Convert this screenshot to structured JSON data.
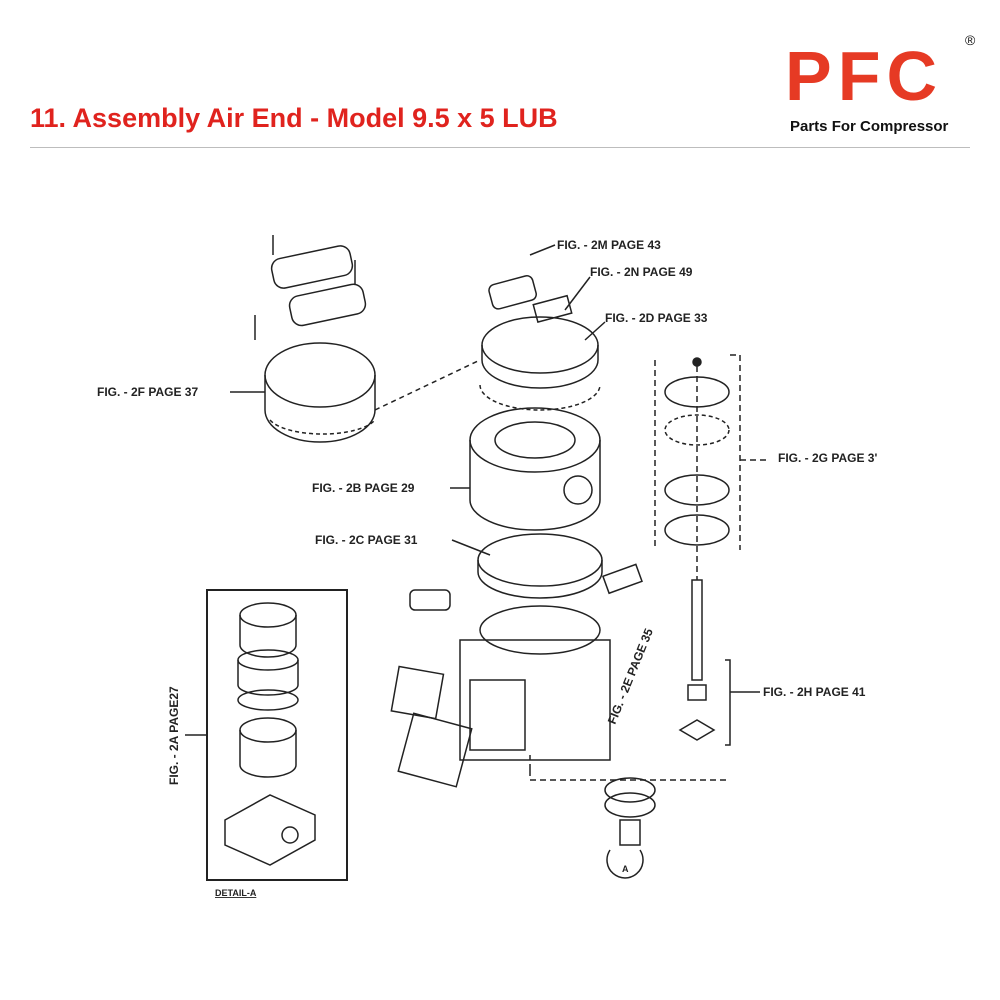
{
  "header": {
    "title": "11. Assembly Air End - Model 9.5 x 5 LUB",
    "logo_text": "PFC",
    "logo_registered": "®",
    "logo_tagline": "Parts For Compressor",
    "accent_color": "#e0231e"
  },
  "diagram": {
    "labels": {
      "fig_2m": "FIG. - 2M  PAGE 43",
      "fig_2n": "FIG. - 2N  PAGE 49",
      "fig_2d": "FIG. - 2D  PAGE 33",
      "fig_2f": "FIG. - 2F  PAGE 37",
      "fig_2g": "FIG. - 2G  PAGE 3'",
      "fig_2b": "FIG. - 2B  PAGE 29",
      "fig_2c": "FIG. - 2C  PAGE 31",
      "fig_2e": "FIG. - 2E  PAGE 35",
      "fig_2h": "FIG. - 2H  PAGE 41",
      "fig_2a": "FIG. - 2A  PAGE27",
      "detail_a": "DETAIL-A",
      "callout_a": "A"
    }
  }
}
